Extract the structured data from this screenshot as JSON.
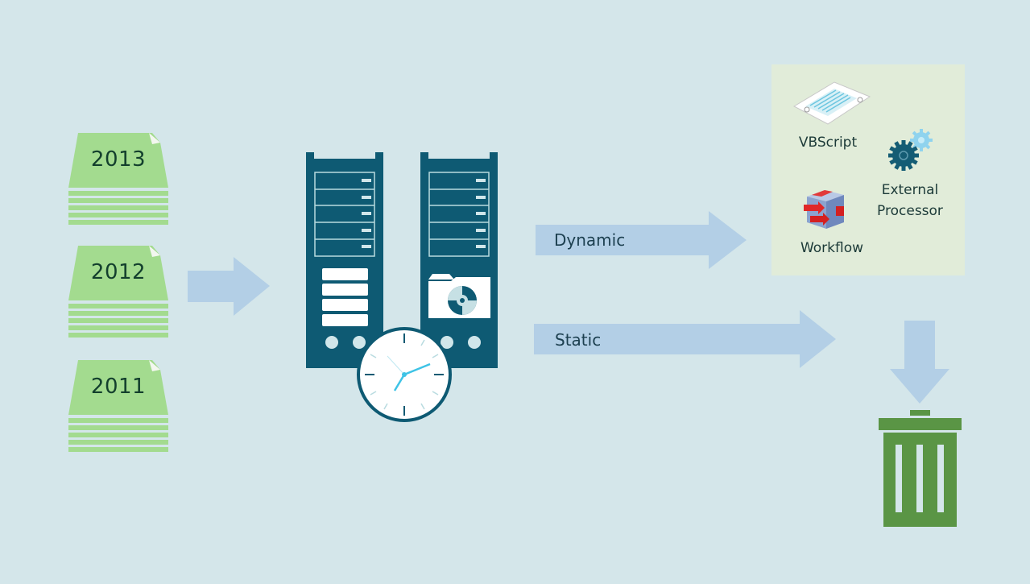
{
  "diagram": {
    "documents": [
      {
        "year": "2013"
      },
      {
        "year": "2012"
      },
      {
        "year": "2011"
      }
    ],
    "arrows": {
      "dynamic_label": "Dynamic",
      "static_label": "Static"
    },
    "processing_panel": {
      "vbscript_label": "VBScript",
      "external_processor_label": "External\nProcessor",
      "external_processor_line1": "External",
      "external_processor_line2": "Processor",
      "workflow_label": "Workflow"
    },
    "icons": {
      "documents": "document-stack-icon",
      "servers": "server-rack-icon",
      "clock": "clock-icon",
      "media": "folder-disc-icon",
      "vbscript": "script-scroll-icon",
      "external_processor": "gears-icon",
      "workflow": "workflow-cube-icon",
      "trash": "trash-bin-icon"
    },
    "colors": {
      "background": "#d4e6ea",
      "document_green": "#a3db8f",
      "server_blue": "#0e5a73",
      "arrow_blue": "#b3cfe6",
      "panel_bg": "#e1ecd9",
      "trash_green": "#5a9545",
      "clock_hand": "#3ec3e6"
    }
  }
}
